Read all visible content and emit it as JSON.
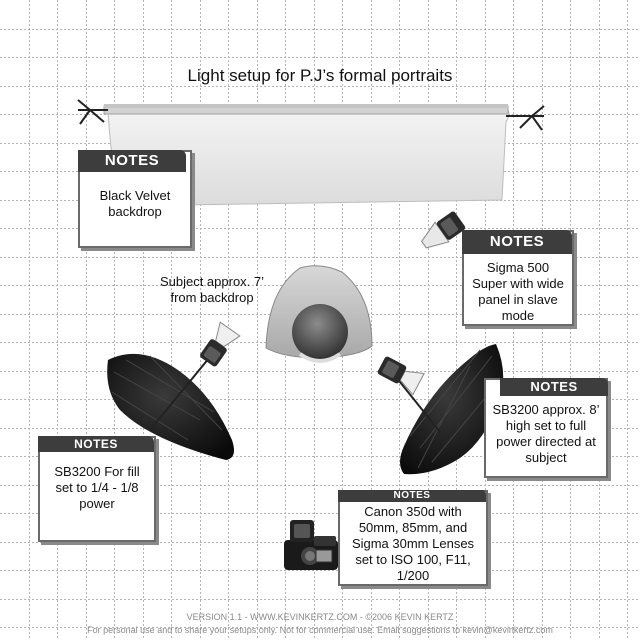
{
  "title": "Light setup for P.J’s formal portraits",
  "subject_label": "Subject approx. 7’ from backdrop",
  "notes": [
    {
      "header": "NOTES",
      "text": "Black Velvet backdrop"
    },
    {
      "header": "NOTES",
      "text": "Sigma 500 Super with wide panel in slave mode"
    },
    {
      "header": "NOTES",
      "text": "SB3200 approx. 8’ high set to full power directed at subject"
    },
    {
      "header": "NOTES",
      "text": "SB3200 For fill set to 1/4 - 1/8 power"
    },
    {
      "header": "NOTES",
      "text": "Canon 350d with 50mm, 85mm, and Sigma 30mm Lenses set to ISO 100, F11, 1/200"
    }
  ],
  "footer": {
    "line1": "VERSION 1.1  -  WWW.KEVINKERTZ.COM  -  ©2006 KEVIN KERTZ",
    "line2": "For personal use and to share your setups only. Not for commercial use.  Email suggestions to kevin@kevinkertz.com"
  },
  "colors": {
    "grid": "#b4b4b4",
    "note_header": "#3d3d3d",
    "backdrop": "#e6e6e6",
    "umbrella": "#111111"
  }
}
